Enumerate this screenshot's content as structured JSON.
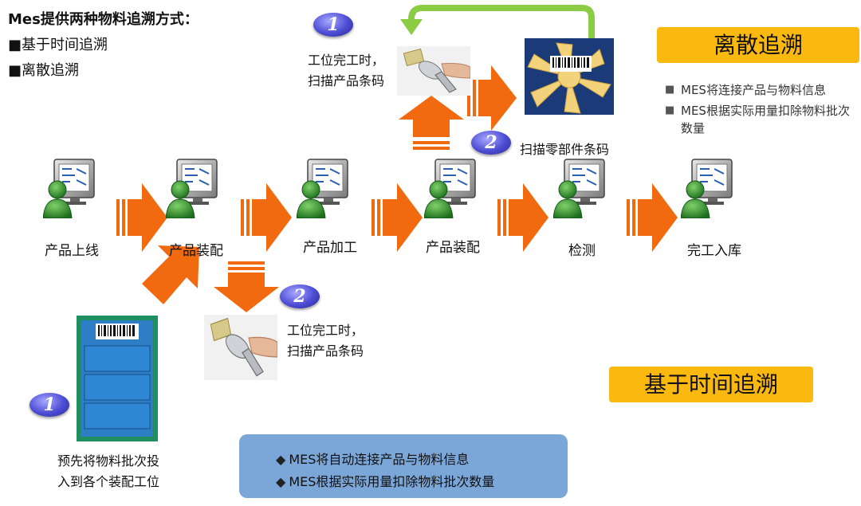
{
  "intro": {
    "title": "Mes提供两种物料追溯方式：",
    "items": [
      "■基于时间追溯",
      "■离散追溯"
    ]
  },
  "discrete": {
    "banner": "离散追溯",
    "bullets": [
      "MES将连接产品与物料信息",
      "MES根据实际用量扣除物料批次数量"
    ],
    "step1_num": "1",
    "step1_text": [
      "工位完工时，",
      "扫描产品条码"
    ],
    "step2_num": "2",
    "step2_text": "扫描零部件条码"
  },
  "time_based": {
    "banner": "基于时间追溯",
    "step1_num": "1",
    "step1_text": [
      "预先将物料批次投",
      "入到各个装配工位"
    ],
    "step2_num": "2",
    "step2_text": [
      "工位完工时，",
      "扫描产品条码"
    ],
    "box_bullets": [
      "MES将自动连接产品与物料信息",
      "MES根据实际用量扣除物料批次数量"
    ]
  },
  "stations": [
    "产品上线",
    "产品装配",
    "产品加工",
    "产品装配",
    "检测",
    "完工入库"
  ],
  "colors": {
    "arrow": "#f26a10",
    "banner": "#fbb80f",
    "loop_arrow": "#8ccc44",
    "box": "#7aa6d8",
    "badge": "#4c4cd4"
  },
  "icons": [
    "workstation-icon",
    "barcode-scanner-icon",
    "fan-part-icon",
    "material-rack-icon"
  ]
}
